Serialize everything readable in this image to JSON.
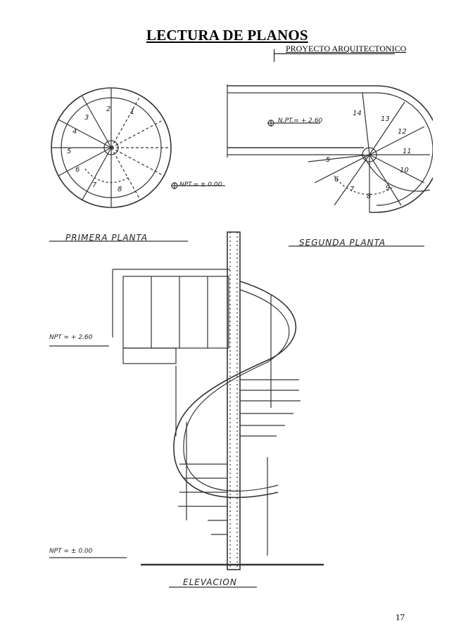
{
  "header": {
    "title": "LECTURA DE PLANOS",
    "subtitle": "PROYECTO ARQUITECTONICO"
  },
  "plans": {
    "first_floor": {
      "label": "PRIMERA  PLANTA",
      "level": "NPT.= ± 0.00",
      "steps": [
        "1",
        "2",
        "3",
        "4",
        "5",
        "6",
        "7",
        "8"
      ]
    },
    "second_floor": {
      "label": "SEGUNDA  PLANTA",
      "level": "N.PT.= + 2.60",
      "steps": [
        "5",
        "6",
        "7",
        "8",
        "9",
        "10",
        "11",
        "12",
        "13",
        "14"
      ]
    }
  },
  "elevation": {
    "label": "ELEVACION",
    "level_upper": "NPT = + 2.60",
    "level_lower": "NPT = ± 0.00"
  },
  "page_number": "17"
}
